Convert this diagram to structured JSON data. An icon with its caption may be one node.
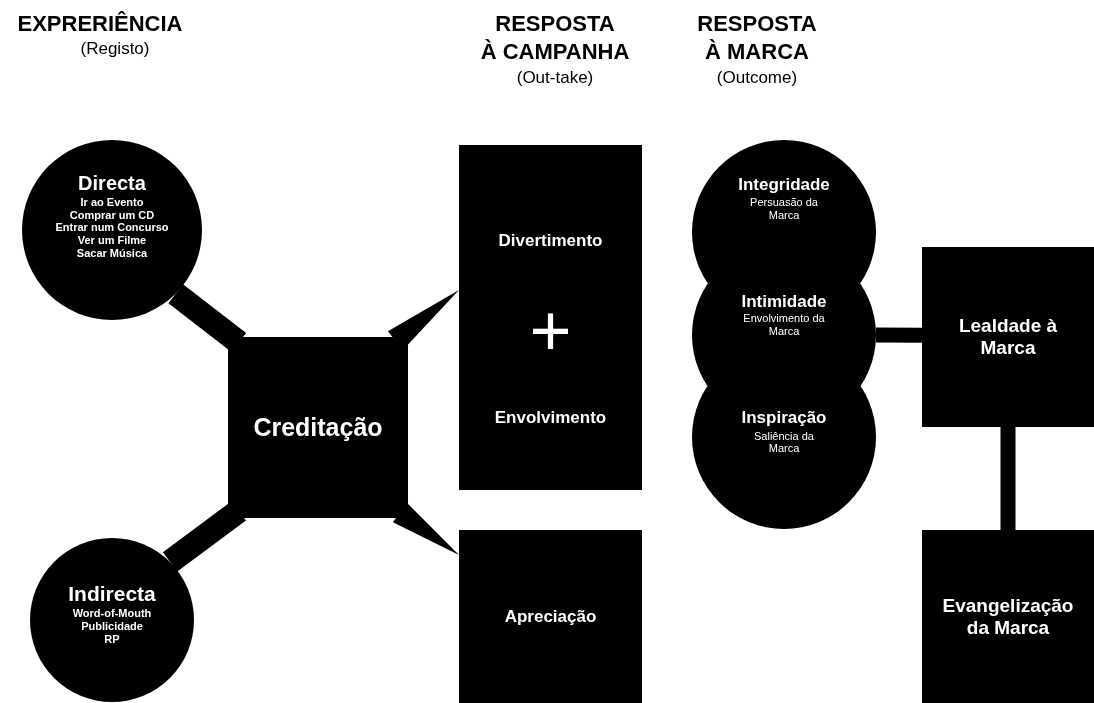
{
  "diagram": {
    "nodes": [
      {
        "text": [
          "Directa",
          "Ir ao Evento",
          "Comprar um CD",
          "Entrar num Concurso",
          "Ver um Filme",
          "Sacar Música"
        ]
      },
      {
        "text": [
          "Indirecta",
          "Word-of-Mouth",
          "Publicidade",
          "RP"
        ]
      },
      {
        "text": [
          "Creditação"
        ]
      },
      {
        "text": [
          "Divertimento",
          "+",
          "Envolvimento"
        ]
      },
      {
        "text": [
          "Apreciação"
        ]
      },
      {
        "text": [
          "Integridade",
          "Persuasão da Marca"
        ]
      },
      {
        "text": [
          "Intimidade",
          "Envolvimento da Marca"
        ]
      },
      {
        "text": [
          "Inspiração",
          "Saliência da Marca"
        ]
      },
      {
        "text": [
          "Lealdade à Marca"
        ]
      },
      {
        "text": [
          "Evangelização da Marca"
        ]
      }
    ],
    "edges": [
      {
        "from": 0,
        "to": 2,
        "arrow": "none",
        "style": "thick"
      },
      {
        "from": 1,
        "to": 2,
        "arrow": "none",
        "style": "thick"
      },
      {
        "from": 2,
        "to": 3,
        "arrow": "none",
        "style": "thick"
      },
      {
        "from": 2,
        "to": 4,
        "arrow": "none",
        "style": "thick"
      },
      {
        "from": 6,
        "to": 8,
        "arrow": "none"
      },
      {
        "from": 8,
        "to": 9,
        "arrow": "none"
      }
    ],
    "labels": [
      "EXPRERIÊNCIA",
      "(Registo)",
      "RESPOSTA",
      "À CAMPANHA",
      "(Out-take)",
      "RESPOSTA",
      "À MARCA",
      "(Outcome)"
    ]
  }
}
